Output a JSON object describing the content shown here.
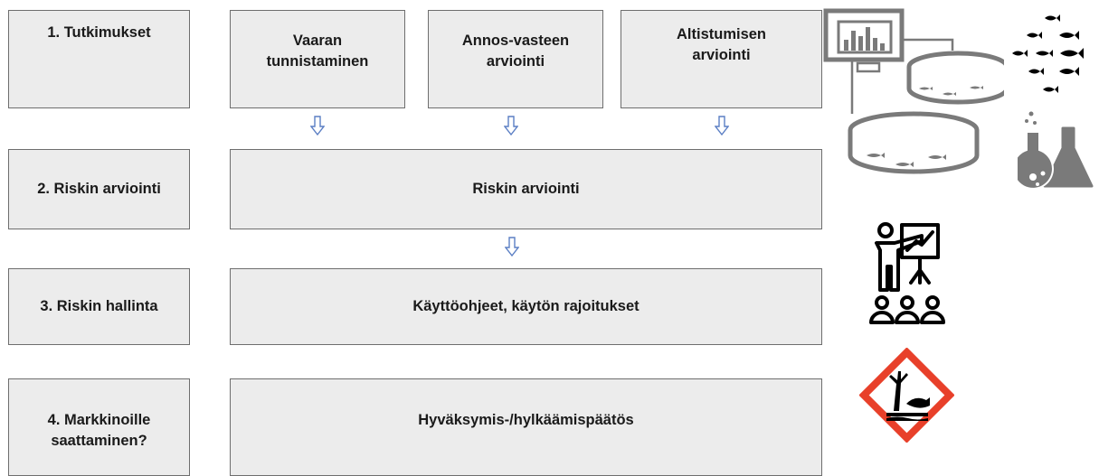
{
  "stages": [
    {
      "label": "1. Tutkimukset"
    },
    {
      "label": "2. Riskin arviointi"
    },
    {
      "label": "3. Riskin hallinta"
    },
    {
      "label": "4. Markkinoille\nsaattaminen?"
    }
  ],
  "research": [
    {
      "label": "Vaaran\ntunnistaminen"
    },
    {
      "label": "Annos-vasteen\narviointi"
    },
    {
      "label": "Altistumisen\narviointi"
    }
  ],
  "risk_assessment": {
    "label": "Riskin arviointi"
  },
  "risk_management": {
    "label": "Käyttöohjeet, käytön rajoitukset"
  },
  "decision": {
    "label": "Hyväksymis-/hylkäämispäätös"
  },
  "colors": {
    "box_fill": "#ececec",
    "box_border": "#6e6e6e",
    "arrow": "#5b7fc4",
    "icon": "#7a7a7a",
    "hazard_red": "#e8402a"
  },
  "icons": [
    "monitor-chart-icon",
    "fish-tank-icon",
    "fish-school-icon",
    "lab-flasks-icon",
    "presentation-icon",
    "environmental-hazard-icon"
  ]
}
